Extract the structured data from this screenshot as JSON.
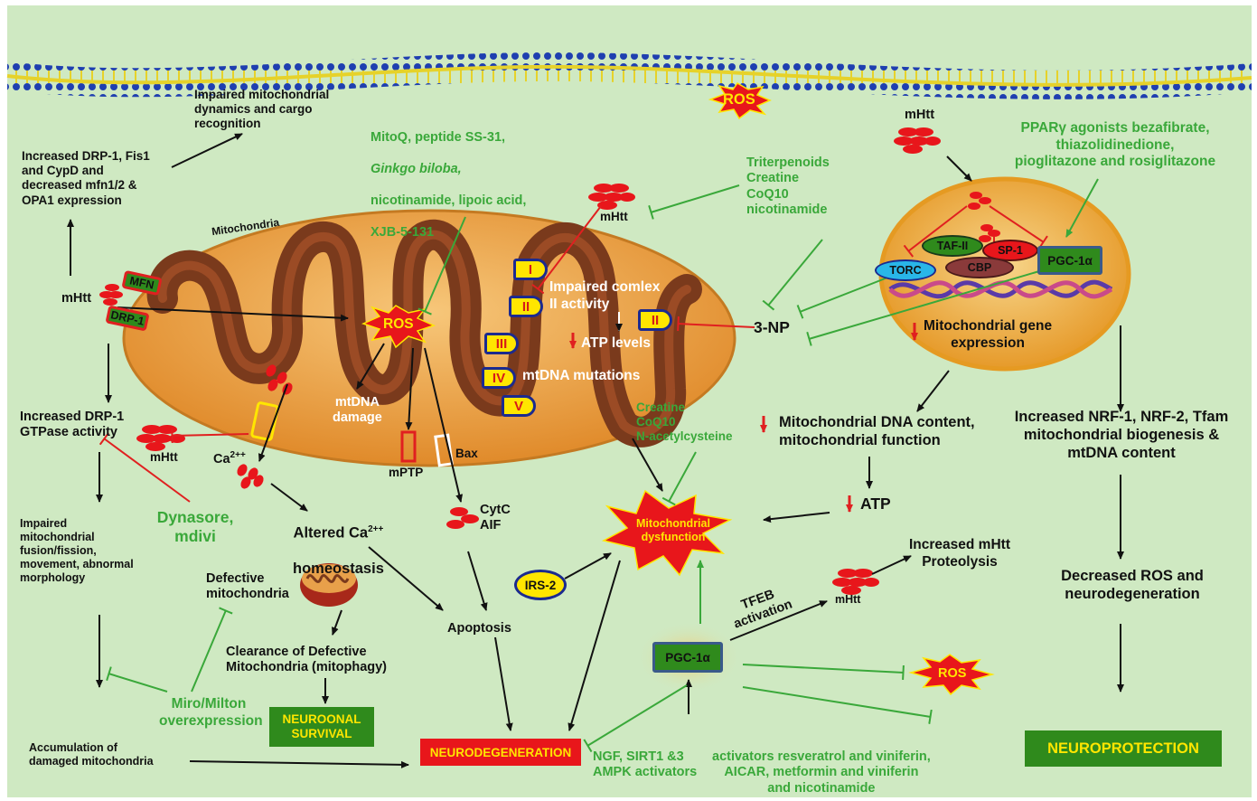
{
  "colors": {
    "background": "#cfe9c2",
    "inhibitor_text": "#3aa83a",
    "activation_arrow": "#111111",
    "inhibition_red": "#e02020",
    "inhibition_green": "#3aa83a",
    "ros_burst": "#e8161b",
    "ros_text": "#ffe600",
    "mitochondria_outer": "#f0a53c",
    "mitochondria_cristae": "#7a3a1c",
    "nucleus": "#f2b64a",
    "survival_box": "#2f8a1c",
    "neurodegeneration_box": "#e8161b"
  },
  "icons": [
    "cell-membrane-icon",
    "mitochondria-icon",
    "ros-burst-icon",
    "mhtt-cluster-icon",
    "nucleus-icon",
    "dna-helix-icon",
    "small-mitochondrion-icon"
  ],
  "membrane": {},
  "mitochondria": {
    "label": "Mitochondria",
    "ros": "ROS",
    "mfn": "MFN",
    "drp1": "DRP-1",
    "complexes": [
      "I",
      "II",
      "III",
      "IV",
      "V"
    ],
    "complex_ii_3np": "II",
    "impaired_complex": "Impaired comlex\nII activity",
    "atp_levels": "ATP levels",
    "mtdna_mutations": "mtDNA mutations",
    "mtdna_damage": "mtDNA\ndamage",
    "mptp": "mPTP",
    "bax": "Bax",
    "ca": "Ca",
    "ca_sup": "2++"
  },
  "left": {
    "impaired_dynamics": "Impaired mitochondrial\ndynamics and cargo\nrecognition",
    "increased_drp1_fis1": "Increased DRP-1, Fis1\nand CypD and\ndecreased mfn1/2 &\nOPA1 expression",
    "mhtt_left": "mHtt",
    "increased_gtpase": "Increased DRP-1\nGTPase activity",
    "mhtt_ca": "mHtt",
    "dynasore": "Dynasore,\nmdivi",
    "impaired_fusion": "Impaired\nmitochondrial\nfusion/fission,\nmovement, abnormal\nmorphology",
    "defective_mito": "Defective\nmitochondria",
    "clearance": "Clearance of Defective\nMitochondria (mitophagy)",
    "neuronal_survival": "NEUROONAL\nSURVIVAL",
    "miro_milton": "Miro/Milton\noverexpression",
    "accumulation": "Accumulation of\ndamaged mitochondria",
    "neurodegeneration": "NEURODEGENERATION"
  },
  "center": {
    "mitoq_line1": "MitoQ, peptide SS-31,",
    "mitoq_line2": "Ginkgo biloba,",
    "mitoq_line3": "nicotinamide, lipoic acid,",
    "mitoq_line4": "XJB-5-131",
    "mhtt_top": "mHtt",
    "triterpenoids": "Triterpenoids\nCreatine\nCoQ10\nnicotinamide",
    "ros_top": "ROS",
    "three_np": "3-NP",
    "altered_ca": "Altered Ca",
    "altered_ca_sup": "2++",
    "homeostasis": "homeostasis",
    "cytc_aif": "CytC\nAIF",
    "apoptosis": "Apoptosis",
    "creatine_nac": "Creatine\nCoQ10\nN-acetylcysteine",
    "mito_dysfunction": "Mitochondrial\ndysfunction",
    "irs2": "IRS-2",
    "pgc1a_bottom": "PGC-1α",
    "tfeb": "TFEB\nactivation",
    "mhtt_tfeb": "mHtt",
    "increased_proteolysis": "Increased mHtt\nProteolysis",
    "ros_bottom": "ROS",
    "ngf": "NGF, SIRT1 &3\nAMPK activators",
    "activators": "activators resveratrol and viniferin,\nAICAR, metformin and viniferin\nand nicotinamide"
  },
  "right": {
    "mhtt_right": "mHtt",
    "ppar": "PPARγ agonists bezafibrate,\nthiazolidinedione,\npioglitazone and rosiglitazone",
    "taf2": "TAF-II",
    "sp1": "SP-1",
    "torc": "TORC",
    "cbp": "CBP",
    "pgc1a_nucleus": "PGC-1α",
    "mito_gene_expr": "Mitochondrial gene\nexpression",
    "mtdna_content": "Mitochondrial DNA content,\nmitochondrial function",
    "atp": "ATP",
    "increased_nrf": "Increased NRF-1, NRF-2, Tfam\nmitochondrial biogenesis &\nmtDNA content",
    "decreased_ros": "Decreased ROS and\nneurodegeneration",
    "neuroprotection": "NEUROPROTECTION"
  }
}
